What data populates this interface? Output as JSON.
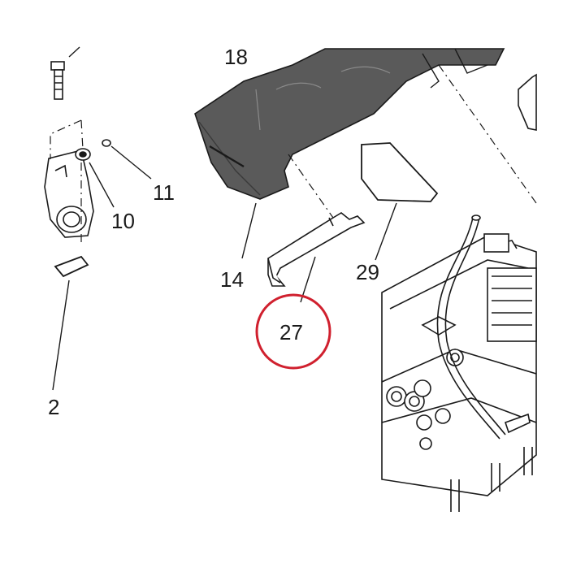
{
  "diagram": {
    "callouts": [
      {
        "id": "c18",
        "label": "18"
      },
      {
        "id": "c11",
        "label": "11"
      },
      {
        "id": "c10",
        "label": "10"
      },
      {
        "id": "c14",
        "label": "14"
      },
      {
        "id": "c29",
        "label": "29"
      },
      {
        "id": "c27",
        "label": "27"
      },
      {
        "id": "c2",
        "label": "2"
      }
    ],
    "highlighted_callout": "27",
    "colors": {
      "highlight_ring": "#d0202e",
      "line": "#1a1a1a",
      "part_fill_dark": "#5a5a5a",
      "part_fill_light": "#ffffff"
    }
  }
}
